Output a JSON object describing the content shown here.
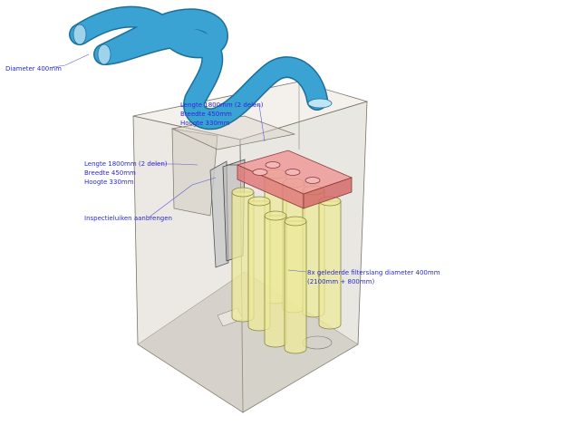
{
  "labels": {
    "duct_diameter": "Diameter 400mm",
    "upper_length": "Lengte 1800mm (2 delen)",
    "upper_width": "Breedte 450mm",
    "upper_height": "Hoogte 330mm",
    "lower_length": "Lengte 1800mm (2 delen)",
    "lower_width": "Breedte 450mm",
    "lower_height": "Hoogte 330mm",
    "inspection": "Inspectieluiken aanbrengen",
    "filter_line1": "8x gelederde filterslang diameter 400mm",
    "filter_line2": "(2100mm + 800mm)"
  },
  "colors": {
    "duct": "#3aa3d4",
    "manifold": "#e88a8a",
    "filter": "#ecea9a",
    "housing": "#d8d2c8",
    "label": "#2a2ad0"
  }
}
